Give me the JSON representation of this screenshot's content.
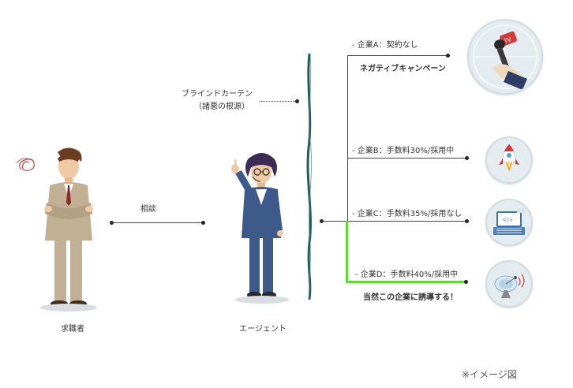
{
  "people": {
    "job_seeker_label": "求職者",
    "agent_label": "エージェント"
  },
  "consult_label": "相談",
  "curtain": {
    "line1": "ブラインドカーテン",
    "line2": "（諸悪の根源）"
  },
  "companies": [
    {
      "label": "- 企業A：契約なし",
      "note": "ネガティブキャンペーン"
    },
    {
      "label": "- 企業B：手数料30%/採用中"
    },
    {
      "label": "- 企業C：手数料35%/採用なし"
    },
    {
      "label": "- 企業D：手数料40%/採用中",
      "note": "当然この企業に誘導する！"
    }
  ],
  "icons": {
    "a": "tv-microphone-icon",
    "b": "rocket-icon",
    "c": "laptop-code-icon",
    "d": "satellite-dish-icon"
  },
  "image_note": "※イメージ図",
  "colors": {
    "highlight_path": "#5ed93a",
    "curtain": "#1f5f55",
    "connector": "#444444"
  }
}
